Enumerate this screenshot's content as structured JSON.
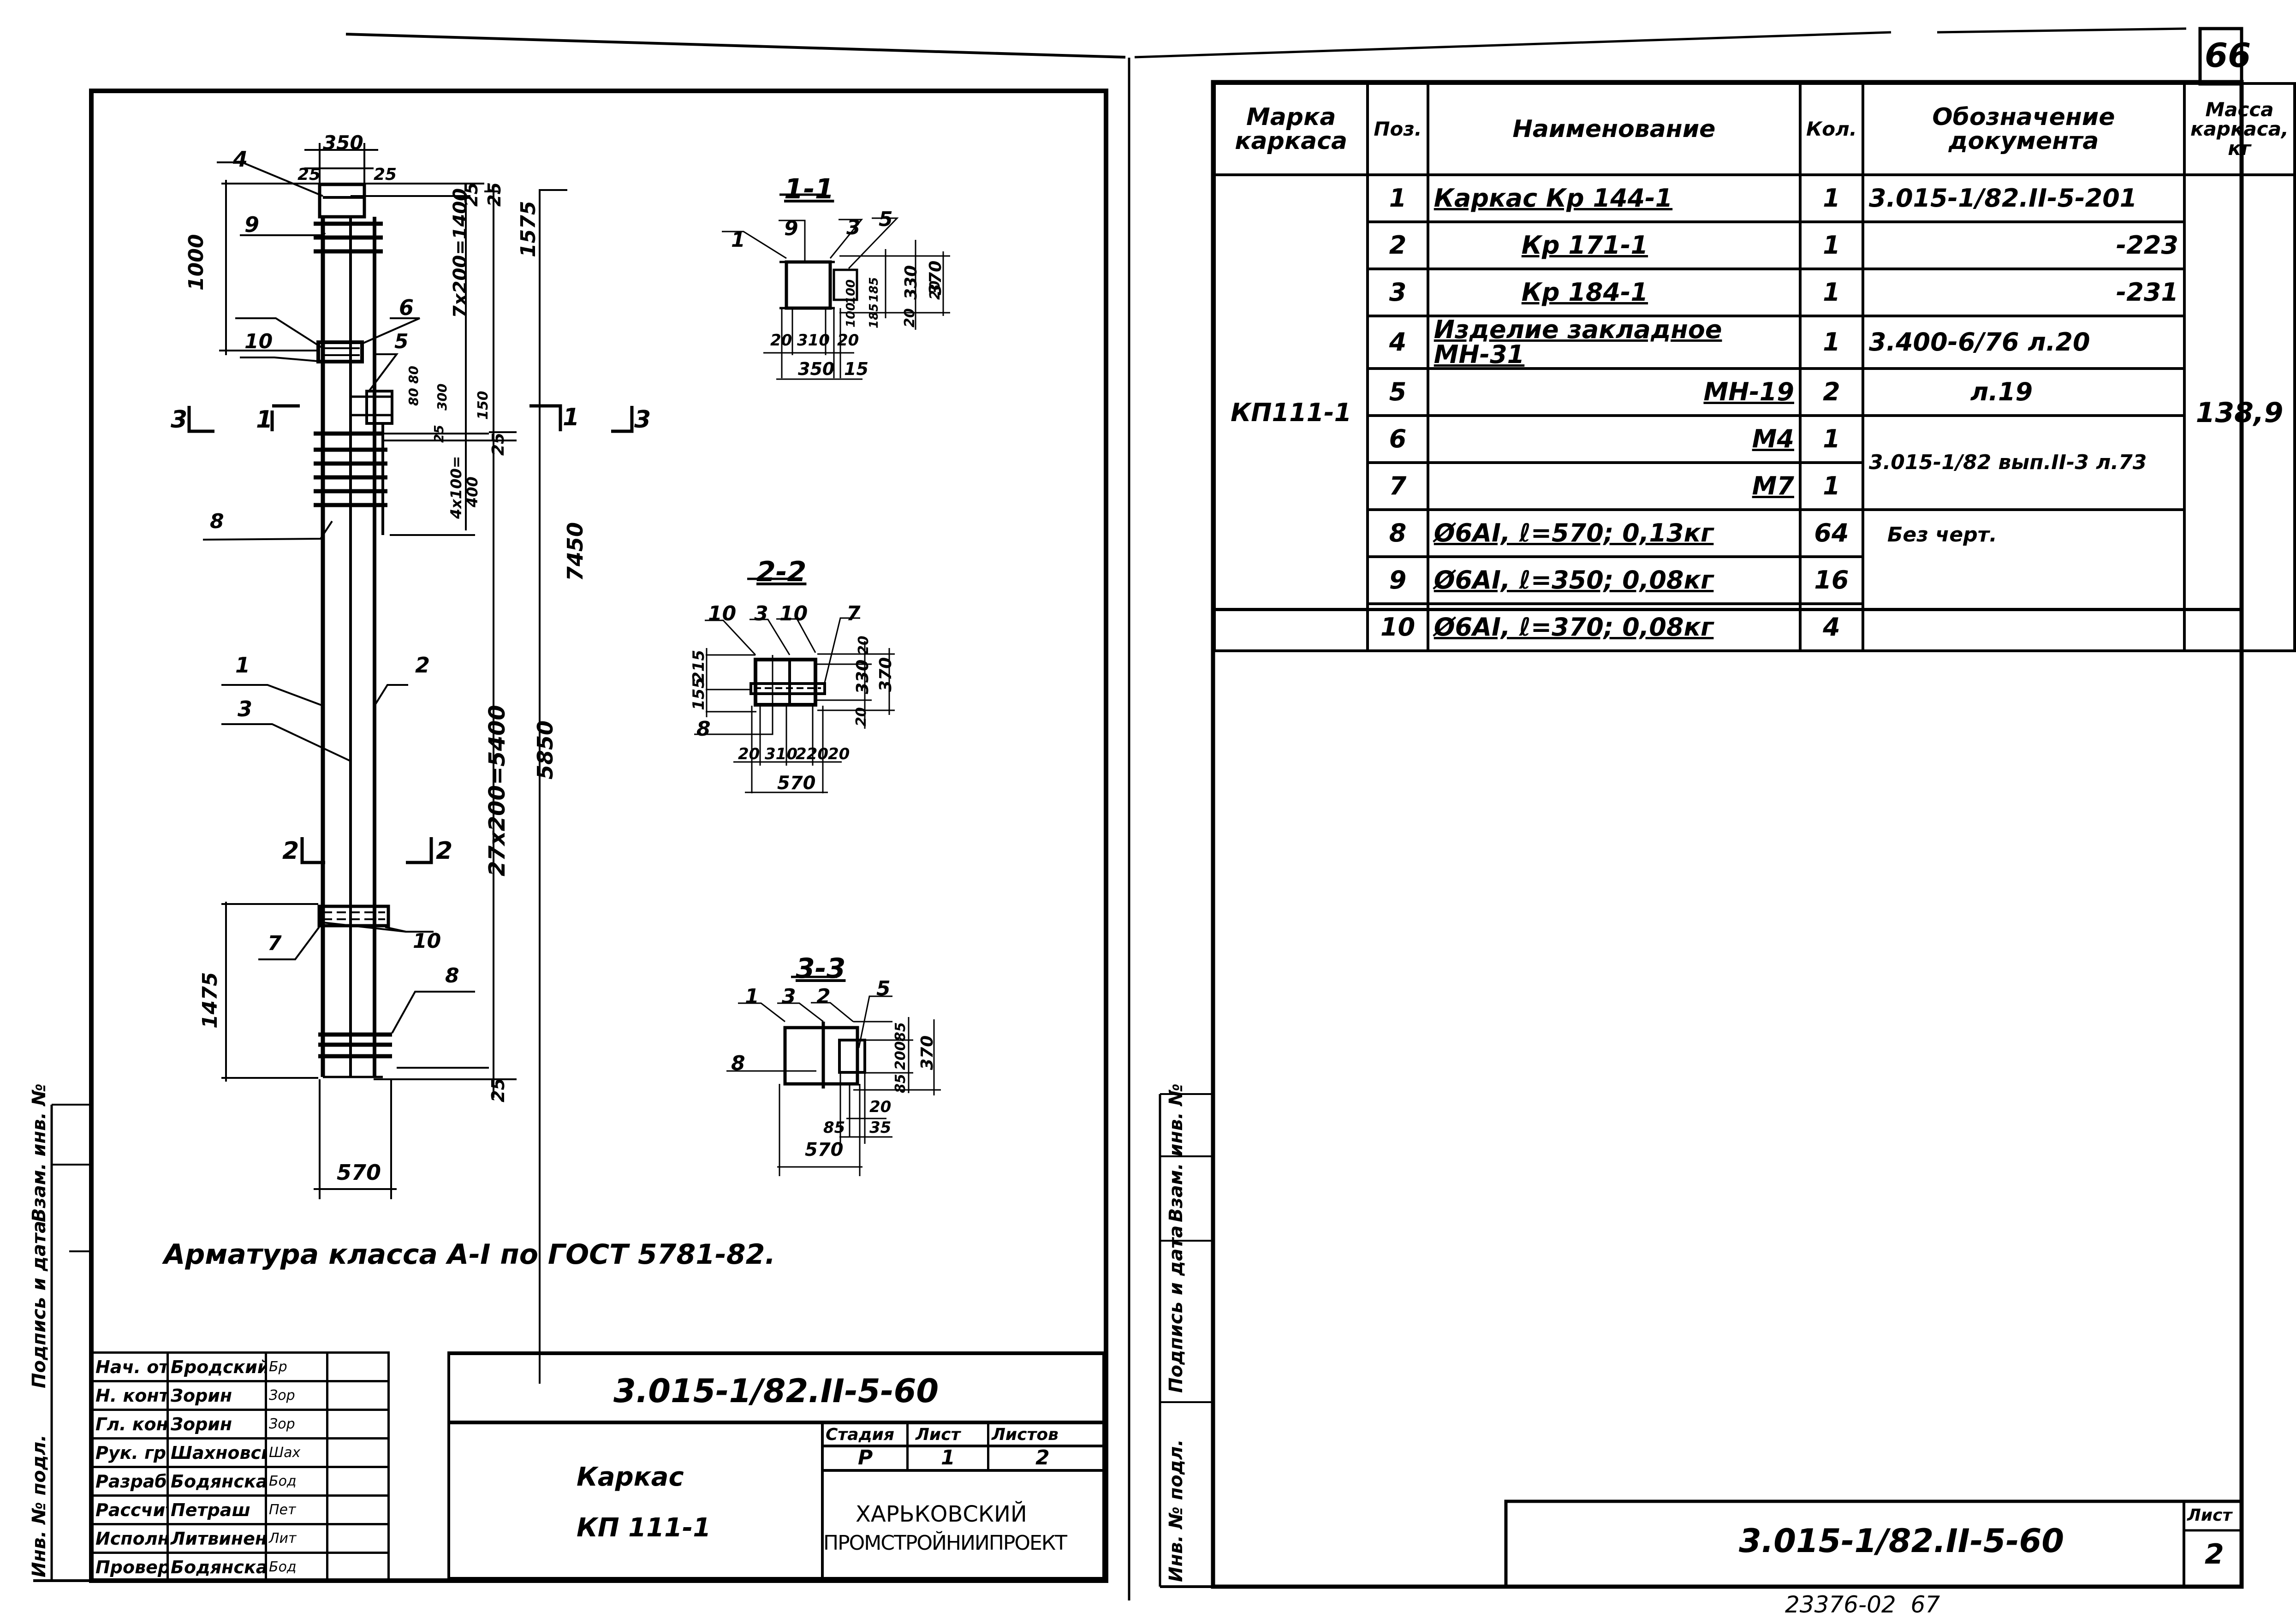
{
  "sheet_number_top": "66",
  "footer_code": "23376-02  67",
  "left_sheet": {
    "elevation": {
      "labels": {
        "top_width": "350",
        "top_offset_left": "25",
        "top_offset_right": "25",
        "dim_1000": "1000",
        "dim_25_a": "25",
        "dim_25_b": "25",
        "dim_7x200": "7x200=1400",
        "dim_1575": "1575",
        "dim_7450": "7450",
        "dim_80_a": "80",
        "dim_80_b": "80",
        "dim_300": "300",
        "dim_150": "150",
        "dim_25_c": "25",
        "dim_25_d": "25",
        "dim_4x100": "4x100=",
        "dim_400": "400",
        "dim_27x200": "27x200=5400",
        "dim_5850": "5850",
        "dim_1475": "1475",
        "dim_25_e": "25",
        "dim_570": "570"
      },
      "callouts": [
        "4",
        "9",
        "6",
        "10",
        "5",
        "8",
        "1",
        "2",
        "3",
        "7",
        "10",
        "8"
      ],
      "section_marks": {
        "s3_left": "3",
        "s1_left": "1",
        "s1_right": "1",
        "s3_right": "3",
        "s2_left": "2",
        "s2_right": "2"
      }
    },
    "section_1_1": {
      "title": "1-1",
      "callouts": [
        "1",
        "9",
        "3",
        "5"
      ],
      "dims": {
        "d20_top": "20",
        "d100_a": "100",
        "d100_b": "100",
        "d185_a": "185",
        "d185_b": "185",
        "d330": "330",
        "d370": "370",
        "d20_bot": "20",
        "d20_l": "20",
        "d310": "310",
        "d20_r": "20",
        "d350": "350",
        "d15": "15"
      }
    },
    "section_2_2": {
      "title": "2-2",
      "callouts": [
        "10",
        "3",
        "10",
        "7",
        "8"
      ],
      "dims": {
        "d215": "215",
        "d155": "155",
        "d20_top": "20",
        "d330": "330",
        "d370": "370",
        "d20_bot": "20",
        "d20_l": "20",
        "d310": "310",
        "d220": "220",
        "d20_r": "20",
        "d570": "570"
      }
    },
    "section_3_3": {
      "title": "3-3",
      "callouts": [
        "1",
        "3",
        "2",
        "5",
        "8"
      ],
      "dims": {
        "d85_top": "85",
        "d200": "200",
        "d85_bot": "85",
        "d370": "370",
        "d20": "20",
        "d85": "85",
        "d35": "35",
        "d570": "570"
      }
    },
    "note": "Арматура класса А-I по ГОСТ 5781-82.",
    "side_stamp": {
      "inv_podl": "Инв. № подл.",
      "podpis": "Подпись и дата",
      "vzam": "Взам. инв. №"
    },
    "title_block": {
      "signatures": [
        {
          "role": "Нач. отд.",
          "name": "Бродский",
          "sign": "Бр"
        },
        {
          "role": "Н. контр.",
          "name": "Зорин",
          "sign": "Зор"
        },
        {
          "role": "Гл. констр.",
          "name": "Зорин",
          "sign": "Зор"
        },
        {
          "role": "Рук. гр.",
          "name": "Шахновский",
          "sign": "Шах"
        },
        {
          "role": "Разраб.",
          "name": "Бодянская",
          "sign": "Бод"
        },
        {
          "role": "Рассчит.",
          "name": "Петраш",
          "sign": "Пет"
        },
        {
          "role": "Исполн.",
          "name": "Литвиненко",
          "sign": "Лит"
        },
        {
          "role": "Проверил",
          "name": "Бодянская",
          "sign": "Бод"
        }
      ],
      "designation": "3.015-1/82.II-5-60",
      "product_name_line1": "Каркас",
      "product_name_line2": "КП 111-1",
      "stage_label": "Стадия",
      "sheet_label": "Лист",
      "sheets_label": "Листов",
      "stage_value": "Р",
      "sheet_value": "1",
      "sheets_value": "2",
      "organization_line1": "ХАРЬКОВСКИЙ",
      "organization_line2": "ПРОМСТРОЙНИИПРОЕКТ"
    }
  },
  "right_sheet": {
    "spec_table": {
      "headers": {
        "mark": "Марка каркаса",
        "pos": "Поз.",
        "name": "Наименование",
        "qty": "Кол.",
        "doc": "Обозначение документа",
        "mass": "Масса каркаса, кг"
      },
      "mark_value": "КП111-1",
      "mass_value": "138,9",
      "rows": [
        {
          "pos": "1",
          "name": "Каркас Кр 144-1",
          "qty": "1",
          "doc": "3.015-1/82.II-5-201"
        },
        {
          "pos": "2",
          "name": "Кр 171-1",
          "qty": "1",
          "doc": "-223"
        },
        {
          "pos": "3",
          "name": "Кр 184-1",
          "qty": "1",
          "doc": "-231"
        },
        {
          "pos": "4",
          "name": "Изделие закладное МН-31",
          "qty": "1",
          "doc": "3.400-6/76 л.20"
        },
        {
          "pos": "5",
          "name": "МН-19",
          "qty": "2",
          "doc": "л.19"
        },
        {
          "pos": "6",
          "name": "М4",
          "qty": "1",
          "doc": "3.015-1/82 вып.II-3 л.73"
        },
        {
          "pos": "7",
          "name": "М7",
          "qty": "1",
          "doc": ""
        },
        {
          "pos": "8",
          "name": "Ø6AI, ℓ=570; 0,13кг",
          "qty": "64",
          "doc": "Без черт."
        },
        {
          "pos": "9",
          "name": "Ø6AI, ℓ=350; 0,08кг",
          "qty": "16",
          "doc": ""
        },
        {
          "pos": "10",
          "name": "Ø6AI, ℓ=370; 0,08кг",
          "qty": "4",
          "doc": ""
        }
      ]
    },
    "side_stamp": {
      "inv_podl": "Инв. № подл.",
      "podpis": "Подпись и дата",
      "vzam": "Взам. инв. №"
    },
    "title_block": {
      "designation": "3.015-1/82.II-5-60",
      "sheet_label": "Лист",
      "sheet_value": "2"
    }
  }
}
